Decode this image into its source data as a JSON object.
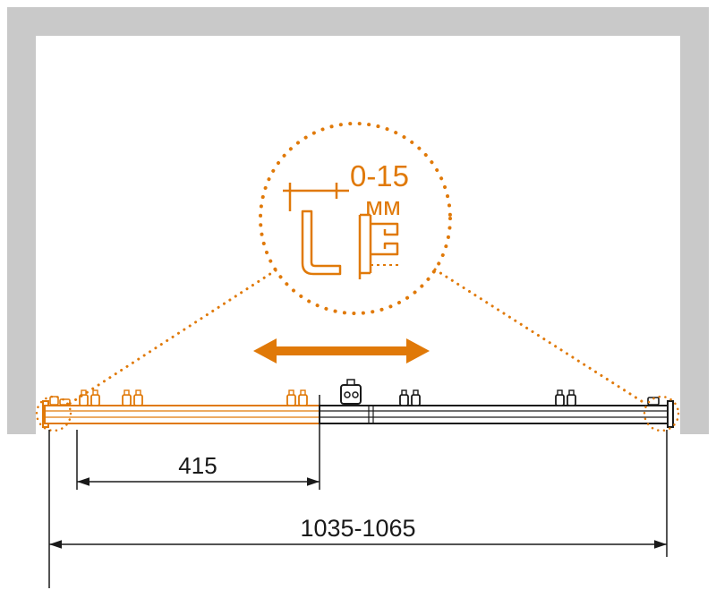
{
  "colors": {
    "accent_orange": "#E07908",
    "wall_gray": "#C9C9C9",
    "line_black": "#1A1A1A",
    "background": "#FFFFFF"
  },
  "detail": {
    "adjustment_value": "0-15",
    "adjustment_unit": "мм"
  },
  "dimensions": {
    "door_panel_width": "415",
    "overall_width": "1035-1065"
  }
}
